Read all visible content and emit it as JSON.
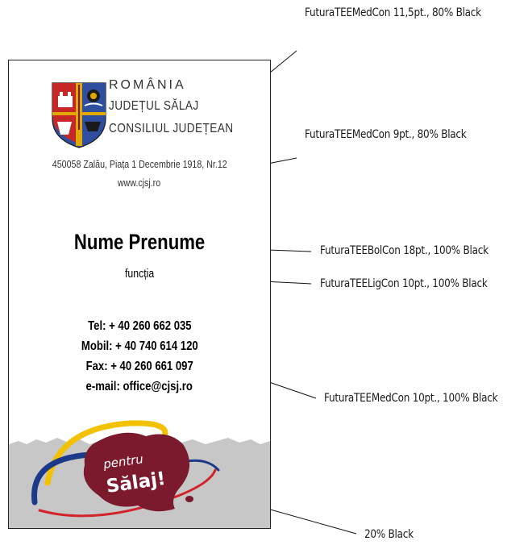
{
  "card": {
    "country": "ROMÂNIA",
    "county": "JUDEȚUL SĂLAJ",
    "council": "CONSILIUL JUDEȚEAN",
    "address": "450058 Zalău, Piața 1 Decembrie 1918, Nr.12",
    "website": "www.cjsj.ro",
    "name": "Nume Prenume",
    "function": "funcția",
    "contacts": {
      "tel": "Tel: + 40 260 662 035",
      "mobil": "Mobil: + 40 740 614 120",
      "fax": "Fax: + 40 260 661 097",
      "email": "e-mail: office@cjsj.ro"
    },
    "logo": {
      "line1": "pentru",
      "line2": "Sălaj!"
    }
  },
  "annotations": {
    "header_font": "FuturaTEEMedCon 11,5pt., 80% Black",
    "address_font": "FuturaTEEMedCon 9pt., 80% Black",
    "name_font": "FuturaTEEBolCon 18pt., 100% Black",
    "function_font": "FuturaTEELigCon 10pt., 100% Black",
    "contact_font": "FuturaTEEMedCon 10pt., 100% Black",
    "background_fill": "20% Black"
  },
  "colors": {
    "gray_band": "#c7c7c7",
    "logo_maroon": "#7a1a2c",
    "logo_yellow": "#f2c200",
    "logo_blue": "#1d3a8a",
    "logo_red": "#d2232a",
    "crest_blue": "#2f4f9e",
    "crest_red": "#c62828",
    "crest_gold": "#e0a800"
  }
}
